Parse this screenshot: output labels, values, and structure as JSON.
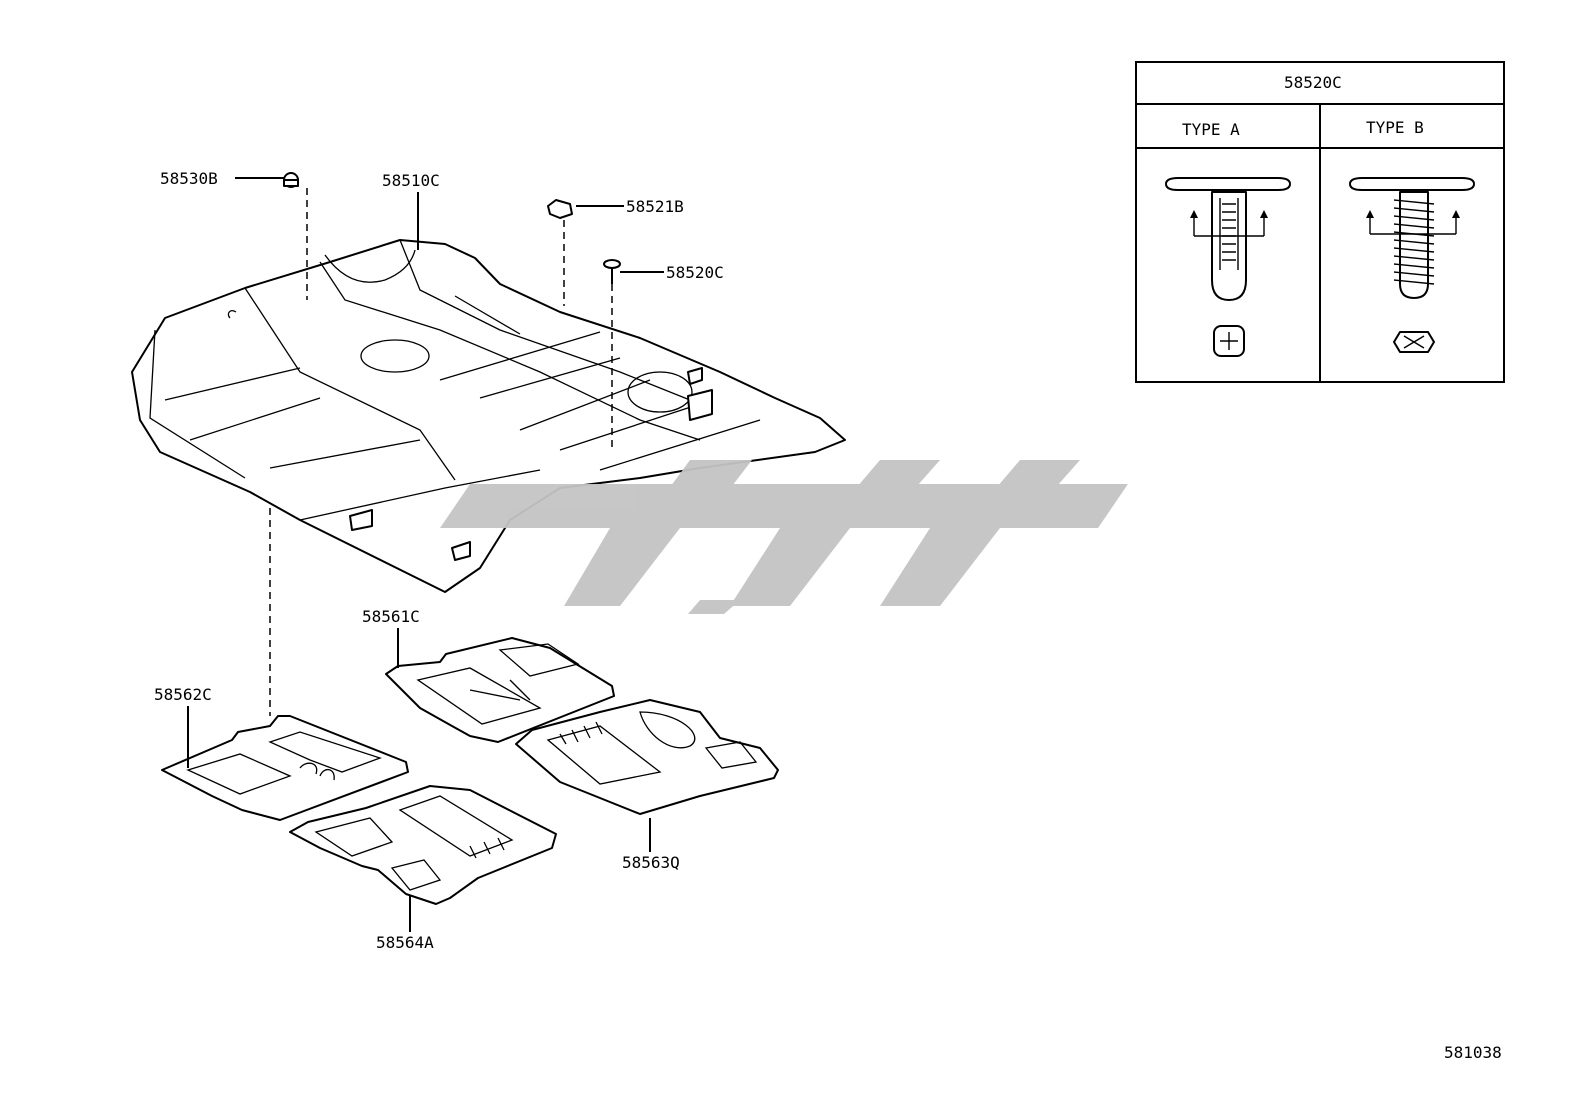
{
  "diagram": {
    "drawing_number": "581038",
    "callouts": [
      {
        "id": "c1",
        "part_number": "58530B"
      },
      {
        "id": "c2",
        "part_number": "58510C"
      },
      {
        "id": "c3",
        "part_number": "58521B"
      },
      {
        "id": "c4",
        "part_number": "58520C"
      },
      {
        "id": "c5",
        "part_number": "58561C"
      },
      {
        "id": "c6",
        "part_number": "58562C"
      },
      {
        "id": "c7",
        "part_number": "58563Q"
      },
      {
        "id": "c8",
        "part_number": "58564A"
      }
    ],
    "detail_table": {
      "title": "58520C",
      "columns": [
        "TYPE A",
        "TYPE B"
      ]
    }
  }
}
